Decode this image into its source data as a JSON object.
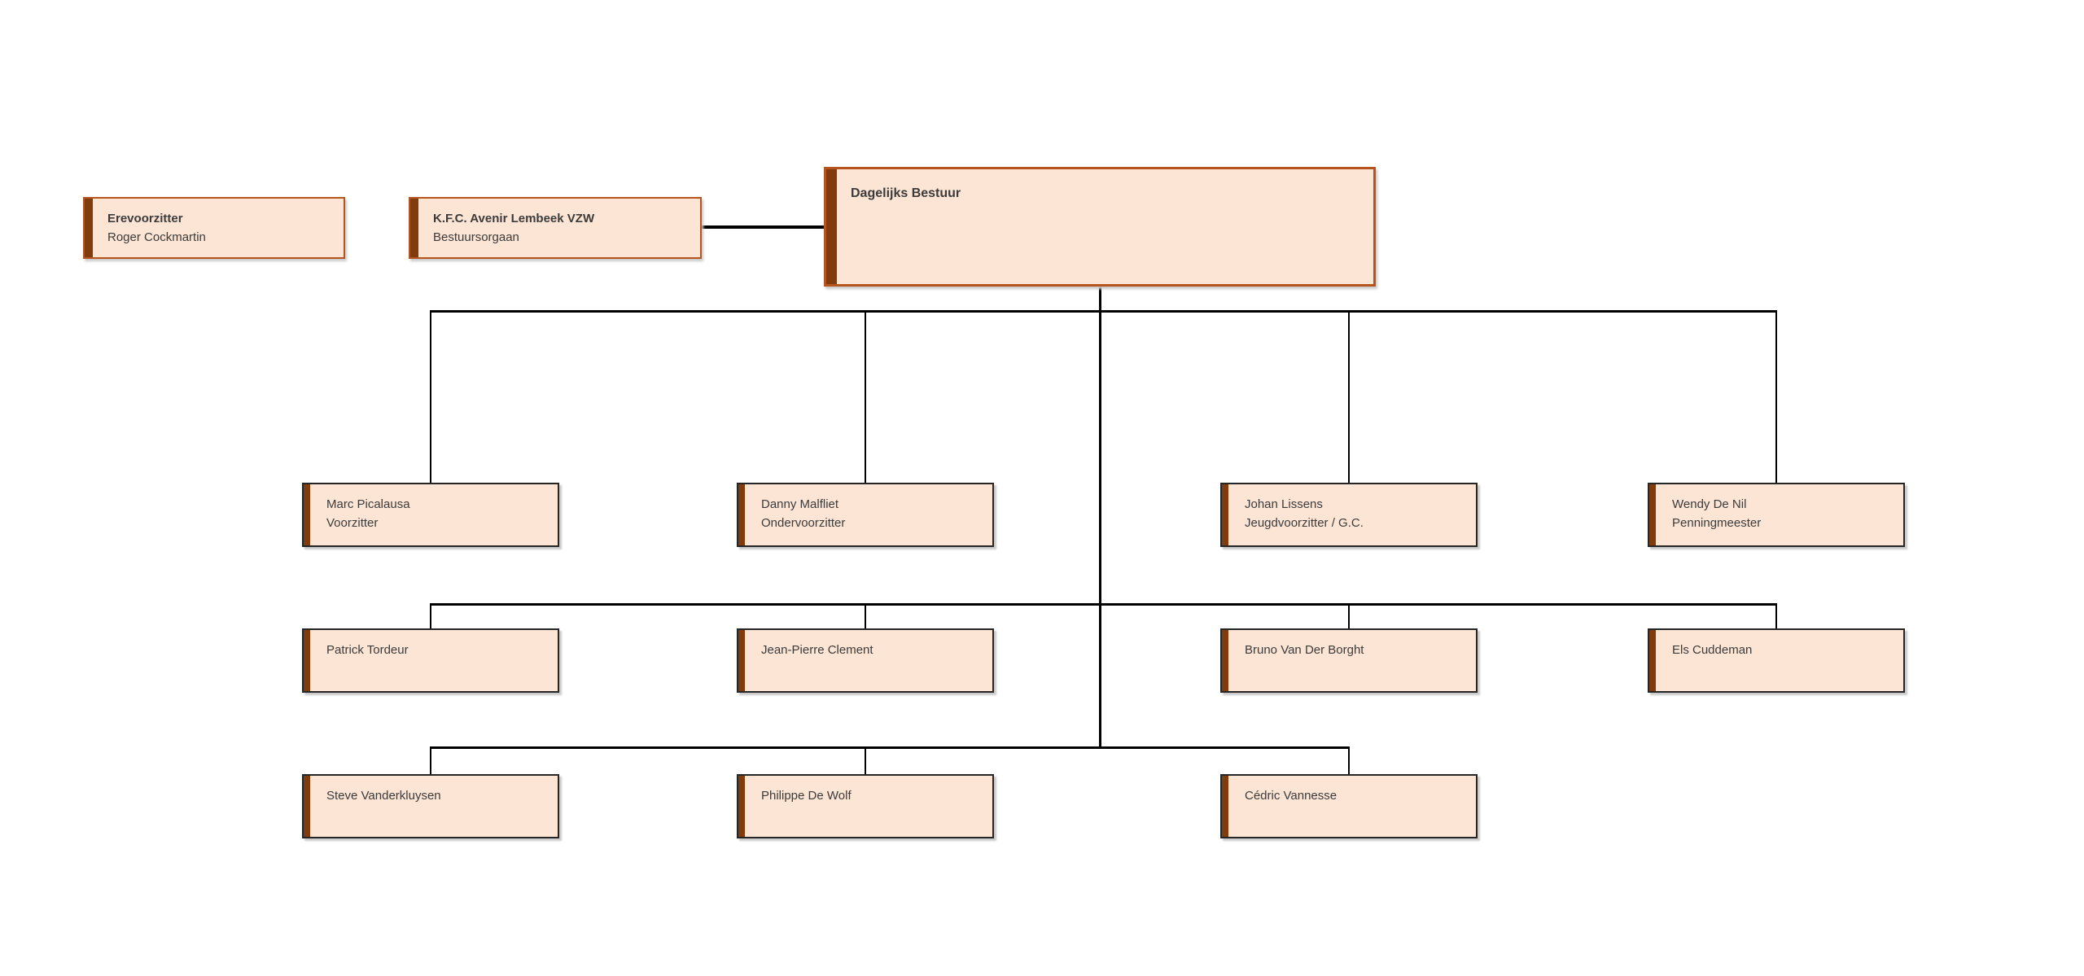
{
  "colors": {
    "box_fill": "#FCE5D5",
    "accent_border": "#B5541C",
    "accent_bar": "#803C0C",
    "dark_border": "#262626",
    "connector": "#000000",
    "text_color": "#3B3B3B",
    "shadow": "#C9C9C9"
  },
  "nodes": {
    "erevoorzitter": {
      "title": "Erevoorzitter",
      "subtitle": "Roger Cockmartin"
    },
    "bestuursorgaan": {
      "title": "K.F.C. Avenir Lembeek VZW",
      "subtitle": "Bestuursorgaan"
    },
    "dagelijks_bestuur": {
      "title": "Dagelijks Bestuur"
    },
    "level2": [
      {
        "name": "Marc Picalausa",
        "role": "Voorzitter"
      },
      {
        "name": "Danny Malfliet",
        "role": "Ondervoorzitter"
      },
      {
        "name": "Johan Lissens",
        "role": "Jeugdvoorzitter / G.C."
      },
      {
        "name": "Wendy De Nil",
        "role": "Penningmeester"
      }
    ],
    "level3": [
      {
        "name": "Patrick Tordeur"
      },
      {
        "name": "Jean-Pierre Clement"
      },
      {
        "name": "Bruno Van Der Borght"
      },
      {
        "name": "Els Cuddeman"
      }
    ],
    "level4": [
      {
        "name": "Steve Vanderkluysen"
      },
      {
        "name": "Philippe De Wolf"
      },
      {
        "name": "Cédric Vannesse"
      }
    ]
  }
}
